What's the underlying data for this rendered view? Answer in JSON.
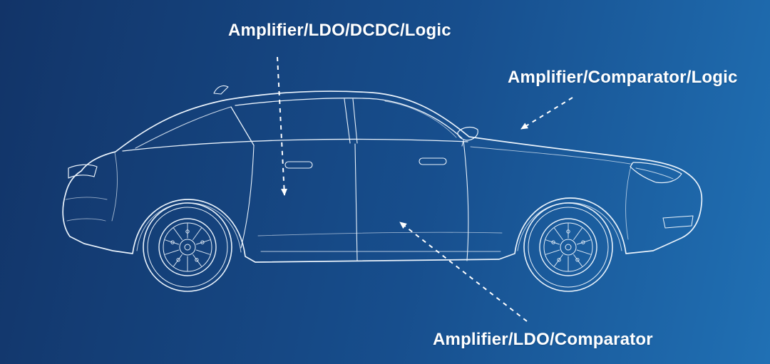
{
  "diagram": {
    "subject": "car-blueprint-side-view",
    "annotations": [
      {
        "label": "Amplifier/LDO/DCDC/Logic"
      },
      {
        "label": "Amplifier/Comparator/Logic"
      },
      {
        "label": "Amplifier/LDO/Comparator"
      }
    ]
  },
  "colors": {
    "background_gradient_start": "#123468",
    "background_gradient_end": "#2070b4",
    "line": "#e9f2fb",
    "text": "#ffffff"
  }
}
